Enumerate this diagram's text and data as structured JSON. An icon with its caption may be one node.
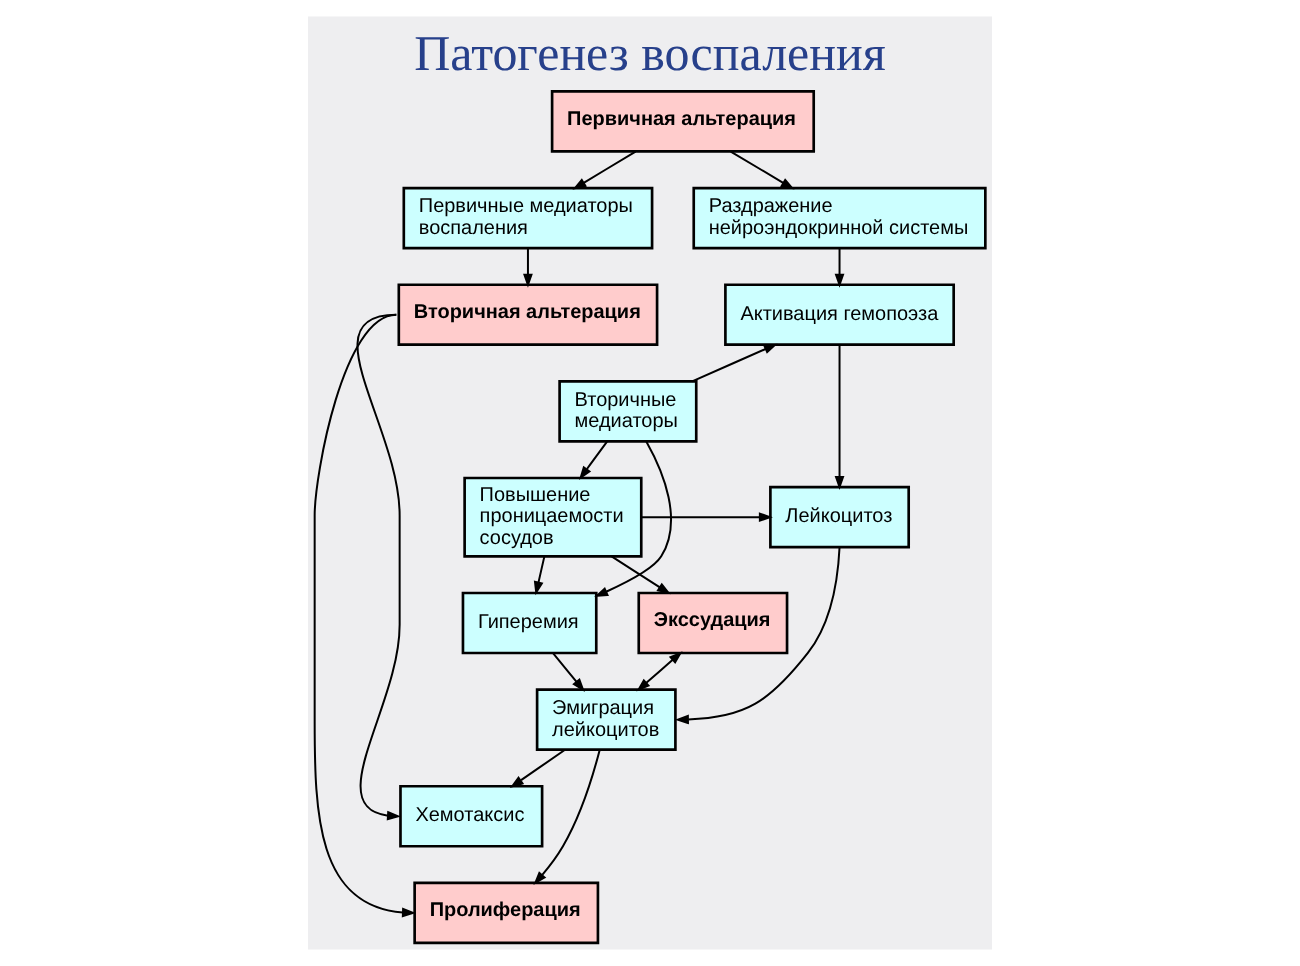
{
  "diagram": {
    "title": "Патогенез воспаления",
    "nodes": [
      {
        "text": [
          "Первичная альтерация"
        ]
      },
      {
        "text": [
          "Первичные медиаторы воспаления"
        ]
      },
      {
        "text": [
          "Раздражение нейроэндокринной системы"
        ]
      },
      {
        "text": [
          "Вторичная альтерация"
        ]
      },
      {
        "text": [
          "Активация гемопоэза"
        ]
      },
      {
        "text": [
          "Вторичные медиаторы"
        ]
      },
      {
        "text": [
          "Повышение проницаемости сосудов"
        ]
      },
      {
        "text": [
          "Лейкоцитоз"
        ]
      },
      {
        "text": [
          "Гиперемия"
        ]
      },
      {
        "text": [
          "Экссудация"
        ]
      },
      {
        "text": [
          "Эмиграция лейкоцитов"
        ]
      },
      {
        "text": [
          "Хемотаксис"
        ]
      },
      {
        "text": [
          "Пролиферация"
        ]
      }
    ],
    "edges": [
      {
        "from": 0,
        "to": 1,
        "arrow": "to"
      },
      {
        "from": 0,
        "to": 2,
        "arrow": "to"
      },
      {
        "from": 1,
        "to": 3,
        "arrow": "to"
      },
      {
        "from": 2,
        "to": 4,
        "arrow": "to"
      },
      {
        "from": 5,
        "to": 4,
        "arrow": "to"
      },
      {
        "from": 5,
        "to": 6,
        "arrow": "to"
      },
      {
        "from": 4,
        "to": 7,
        "arrow": "to"
      },
      {
        "from": 6,
        "to": 7,
        "arrow": "to"
      },
      {
        "from": 5,
        "to": 8,
        "arrow": "to"
      },
      {
        "from": 6,
        "to": 8,
        "arrow": "to"
      },
      {
        "from": 6,
        "to": 9,
        "arrow": "to"
      },
      {
        "from": 8,
        "to": 10,
        "arrow": "to"
      },
      {
        "from": 9,
        "to": 10,
        "arrow": "both"
      },
      {
        "from": 7,
        "to": 10,
        "arrow": "to"
      },
      {
        "from": 10,
        "to": 11,
        "arrow": "to"
      },
      {
        "from": 10,
        "to": 12,
        "arrow": "to"
      },
      {
        "from": 3,
        "to": 11,
        "arrow": "to"
      },
      {
        "from": 3,
        "to": 12,
        "arrow": "to"
      }
    ]
  }
}
